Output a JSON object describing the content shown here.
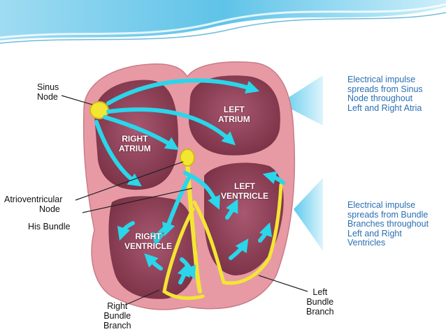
{
  "colors": {
    "tissue": "#e79aa4",
    "chamber": "#8e4358",
    "conduction": "#f3e633",
    "arrows": "#2ad6ea",
    "note_text": "#2a6fb2",
    "header_wave": "#5fc3e8"
  },
  "labels": {
    "sinus_node": [
      "Sinus",
      "Node"
    ],
    "av_node": [
      "Atrioventricular",
      "Node"
    ],
    "his_bundle": "His Bundle",
    "right_bundle": [
      "Right",
      "Bundle",
      "Branch"
    ],
    "left_bundle": [
      "Left",
      "Bundle",
      "Branch"
    ]
  },
  "chambers": {
    "right_atrium": [
      "RIGHT",
      "ATRIUM"
    ],
    "left_atrium": [
      "LEFT",
      "ATRIUM"
    ],
    "right_ventricle": [
      "RIGHT",
      "VENTRICLE"
    ],
    "left_ventricle": [
      "LEFT",
      "VENTRICLE"
    ]
  },
  "notes": {
    "atria": [
      "Electrical impulse",
      "spreads from Sinus",
      "Node throughout",
      "Left and Right Atria"
    ],
    "ventricles": [
      "Electrical impulse",
      "spreads from Bundle",
      "Branches throughout",
      "Left and Right",
      "Ventricles"
    ]
  }
}
